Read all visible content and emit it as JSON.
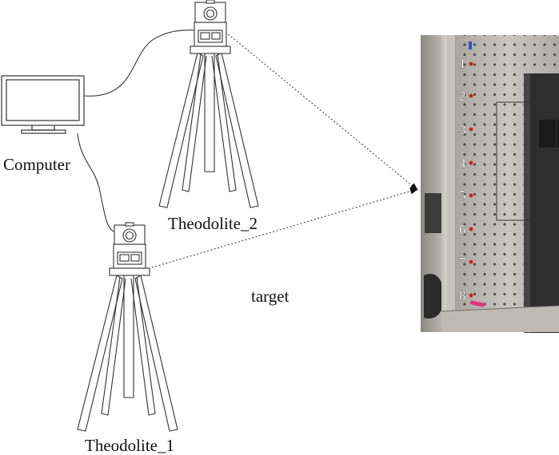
{
  "labels": {
    "computer": "Computer",
    "theodolite_1": "Theodolite_1",
    "theodolite_2": "Theodolite_2",
    "target": "target"
  },
  "target_points": [
    "1",
    "2",
    "3",
    "4",
    "5",
    "6",
    "7",
    "8"
  ],
  "colors": {
    "line": "#333333",
    "point_marker": "#d41a1a",
    "panel": "#b9b6b0",
    "column": "#2e2e2e"
  }
}
